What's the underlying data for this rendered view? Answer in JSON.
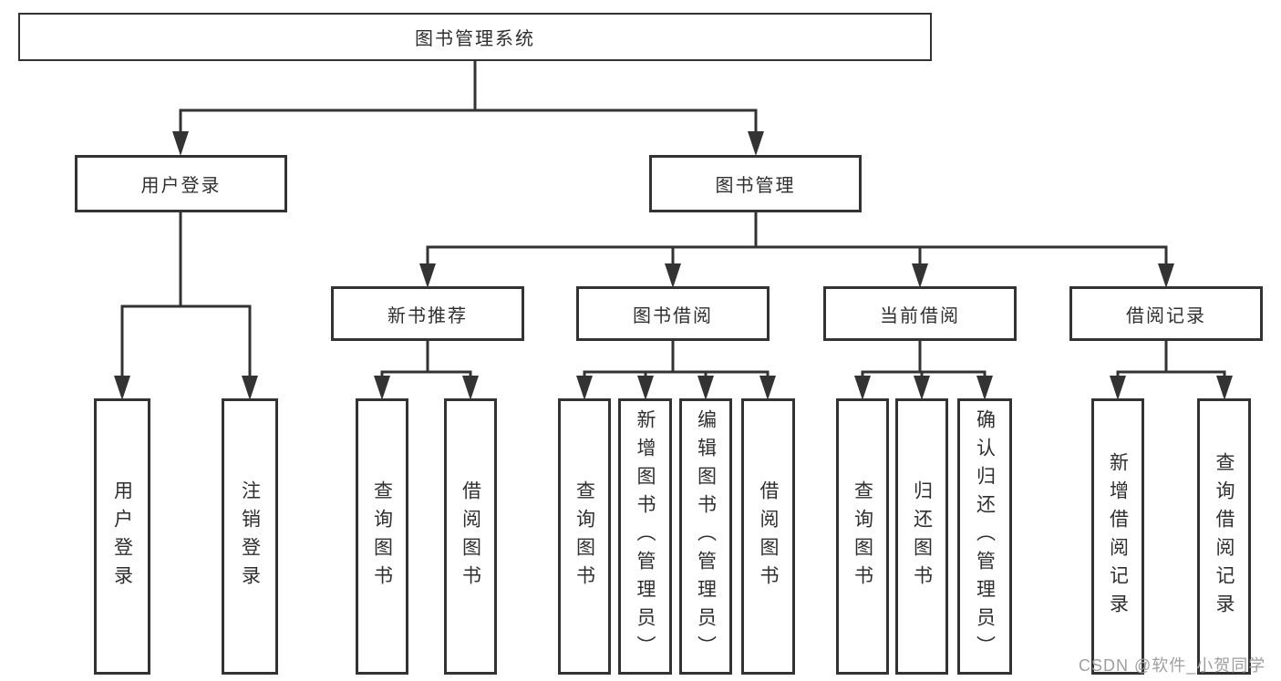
{
  "diagram_title": "图书管理系统",
  "watermark": "CSDN @软件_小贺同学",
  "colors": {
    "line": "#333333",
    "text": "#2f2f2f",
    "watermark": "#9e9e9e",
    "background": "#ffffff"
  },
  "tree": {
    "label": "图书管理系统",
    "children": [
      {
        "label": "用户登录",
        "children": [
          {
            "label": "用户登录"
          },
          {
            "label": "注销登录"
          }
        ]
      },
      {
        "label": "图书管理",
        "children": [
          {
            "label": "新书推荐",
            "children": [
              {
                "label": "查询图书"
              },
              {
                "label": "借阅图书"
              }
            ]
          },
          {
            "label": "图书借阅",
            "children": [
              {
                "label": "查询图书"
              },
              {
                "label": "新增图书（管理员）"
              },
              {
                "label": "编辑图书（管理员）"
              },
              {
                "label": "借阅图书"
              }
            ]
          },
          {
            "label": "当前借阅",
            "children": [
              {
                "label": "查询图书"
              },
              {
                "label": "归还图书"
              },
              {
                "label": "确认归还（管理员）"
              }
            ]
          },
          {
            "label": "借阅记录",
            "children": [
              {
                "label": "新增借阅记录"
              },
              {
                "label": "查询借阅记录"
              }
            ]
          }
        ]
      }
    ]
  }
}
